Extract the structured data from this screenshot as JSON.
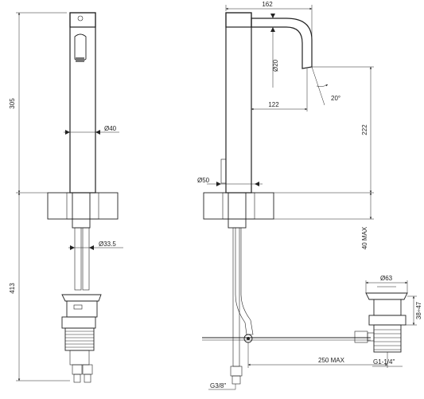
{
  "diagram": {
    "dims": {
      "total_height_front": "305",
      "lower_height_front": "413",
      "spout_body_diameter": "Ø40",
      "hose_diameter": "Ø33.5",
      "spout_width": "162",
      "spout_tube_diameter": "Ø20",
      "spout_reach": "122",
      "spout_angle": "20°",
      "spout_height": "222",
      "base_diameter": "Ø50",
      "deck_thickness": "40 MAX",
      "drain_diameter": "Ø63",
      "drain_range": "38÷47",
      "drain_length": "250 MAX",
      "drain_thread": "G1-1/4\"",
      "supply_thread": "G3/8\""
    },
    "colors": {
      "line": "#222222",
      "knurl": "#555555",
      "background": "#ffffff"
    }
  }
}
